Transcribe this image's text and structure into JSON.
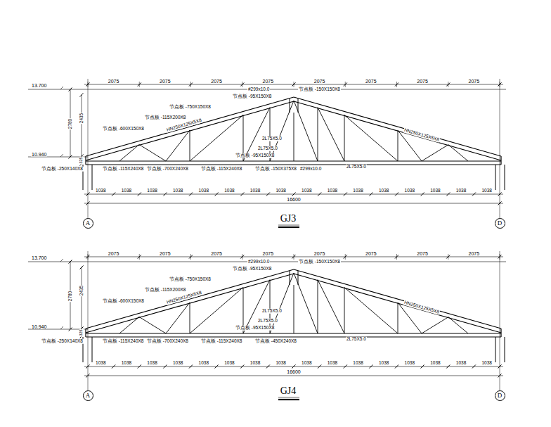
{
  "diagram": {
    "nodes": [
      {
        "text": [
          "A"
        ]
      },
      {
        "text": [
          "D"
        ]
      },
      {
        "text": [
          "A"
        ]
      },
      {
        "text": [
          "D"
        ]
      }
    ],
    "labels": [
      "13.700",
      "10.940",
      "2780",
      "2435",
      "325",
      "2075",
      "2075",
      "2075",
      "2075",
      "2075",
      "2075",
      "2075",
      "2075",
      "1038",
      "1038",
      "1038",
      "1038",
      "1038",
      "1038",
      "1038",
      "1038",
      "1038",
      "1038",
      "1038",
      "1038",
      "1038",
      "1038",
      "1038",
      "1038",
      "16600",
      "GJ3",
      "#299x10.0",
      "节点板 -150X150X8",
      "节点板 -95X150X8",
      "节点板 -750X150X8",
      "节点板 -115X200X8",
      "HN250X125X5X8",
      "节点板 -600X150X8",
      "2L75X5.0",
      "2L75X5.0",
      "节点板 -95X150X8",
      "HN250X125X5X8",
      "节点板 -250X140X8",
      "节点板 -115X240X8",
      "节点板 -700X240X8",
      "节点板 -115X240X8",
      "节点板 -150X375X8",
      "#299x10.0",
      "2L75X5.0",
      "13.700",
      "10.940",
      "2780",
      "2435",
      "325",
      "2075",
      "2075",
      "2075",
      "2075",
      "2075",
      "2075",
      "2075",
      "2075",
      "1038",
      "1038",
      "1038",
      "1038",
      "1038",
      "1038",
      "1038",
      "1038",
      "1038",
      "1038",
      "1038",
      "1038",
      "1038",
      "1038",
      "1038",
      "1038",
      "16600",
      "GJ4",
      "#299x10.0",
      "节点板 -150X150X8",
      "节点板 -95X150X8",
      "节点板 -750X150X8",
      "节点板 -115X200X8",
      "HN250X125X5X8",
      "节点板 -600X150X8",
      "2L75X5.0",
      "2L75X5.0",
      "节点板 -95X150X8",
      "HN250X125X5X8",
      "节点板 -250X140X8",
      "节点板 -115X240X8",
      "节点板 -700X240X8",
      "节点板 -115X240X8",
      "节点板 -450X240X8",
      "2L75X5.0"
    ]
  }
}
